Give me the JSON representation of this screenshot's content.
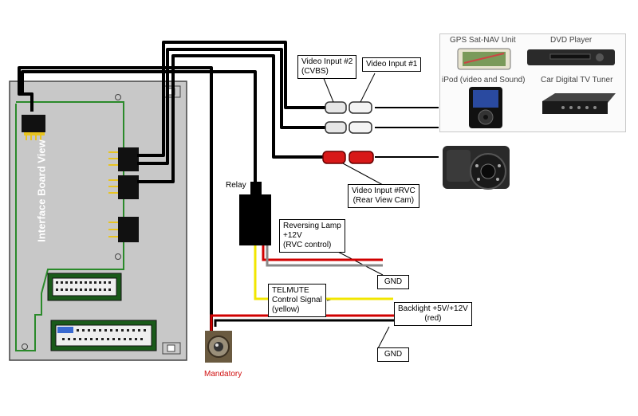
{
  "board": {
    "title": "Interface Board View"
  },
  "labels": {
    "video_input_2": [
      "Video Input #2",
      "(CVBS)"
    ],
    "video_input_1": "Video Input #1",
    "video_input_rvc": [
      "Video Input #RVC",
      "(Rear View Cam)"
    ],
    "relay": "Relay",
    "reversing_lamp": [
      "Reversing Lamp",
      "+12V",
      "(RVC control)"
    ],
    "gnd_1": "GND",
    "telmute": [
      "TELMUTE",
      "Control Signal",
      "(yellow)"
    ],
    "backlight": [
      "Backlight +5V/+12V",
      "(red)"
    ],
    "gnd_2": "GND",
    "mandatory": "Mandatory"
  },
  "devices": {
    "gps": "GPS Sat-NAV Unit",
    "dvd": "DVD Player",
    "ipod": "iPod (video and Sound)",
    "tv": "Car Digital TV Tuner"
  },
  "colors": {
    "wire": "#000000",
    "power": "#d00000",
    "signal": "#f2e600",
    "board": "#c8c8c8",
    "trace": "#2a8a2a",
    "mandatory_text": "#d01010"
  }
}
